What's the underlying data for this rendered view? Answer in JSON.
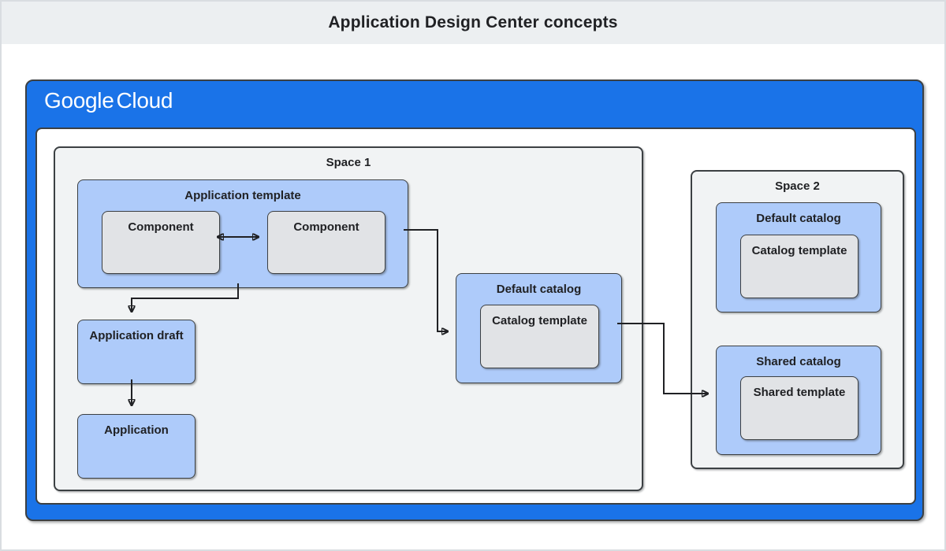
{
  "page": {
    "title": "Application Design Center concepts"
  },
  "brand": {
    "google": "Google",
    "cloud": "Cloud"
  },
  "colors": {
    "google_blue": "#1a73e8",
    "light_blue_box": "#aecbfa",
    "panel_gray": "#f1f3f4",
    "inner_box_gray": "#e1e3e6",
    "banner_gray": "#eceff1",
    "border_dark": "#3c4043",
    "text_dark": "#202124"
  },
  "space1": {
    "label": "Space 1",
    "application_template": {
      "label": "Application template",
      "components": [
        {
          "label": "Component"
        },
        {
          "label": "Component"
        }
      ]
    },
    "application_draft": {
      "label": "Application draft"
    },
    "application": {
      "label": "Application"
    },
    "default_catalog": {
      "label": "Default catalog",
      "catalog_template": {
        "label": "Catalog template"
      }
    }
  },
  "space2": {
    "label": "Space 2",
    "default_catalog": {
      "label": "Default catalog",
      "catalog_template": {
        "label": "Catalog template"
      }
    },
    "shared_catalog": {
      "label": "Shared catalog",
      "shared_template": {
        "label": "Shared template"
      }
    }
  },
  "connections": [
    {
      "from": "component-1",
      "to": "component-2",
      "type": "bidirectional"
    },
    {
      "from": "application-template",
      "to": "application-draft",
      "type": "directed"
    },
    {
      "from": "application-draft",
      "to": "application",
      "type": "directed"
    },
    {
      "from": "application-template",
      "to": "default-catalog-space1",
      "type": "directed"
    },
    {
      "from": "default-catalog-space1",
      "to": "shared-catalog-space2",
      "type": "directed"
    }
  ]
}
